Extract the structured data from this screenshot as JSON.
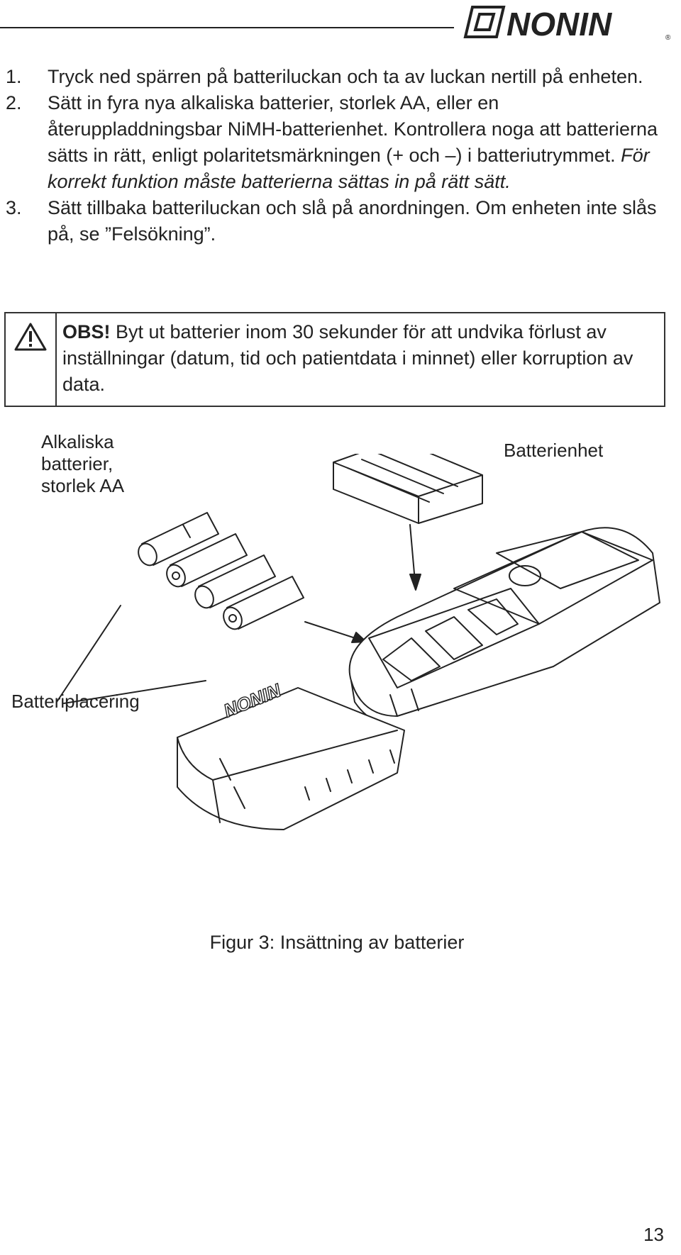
{
  "header": {
    "brand": "NONIN",
    "registered": "®"
  },
  "steps": [
    {
      "num": "1.",
      "text": "Tryck ned spärren på batteriluckan och ta av luckan nertill på enheten."
    },
    {
      "num": "2.",
      "text": "Sätt in fyra nya alkaliska batterier, storlek AA, eller en återuppladdningsbar NiMH-batterienhet. Kontrollera noga att batterierna sätts in rätt, enligt polaritetsmärkningen (+ och –) i batteriutrymmet. ",
      "italic": "För korrekt funktion måste batterierna sättas in på rätt sätt."
    },
    {
      "num": "3.",
      "text": "Sätt tillbaka batteriluckan och slå på anordningen. Om enheten inte slås på, se ”Felsökning”."
    }
  ],
  "warning": {
    "label": "OBS!",
    "text": " Byt ut batterier inom 30 sekunder för att undvika förlust av inställningar (datum, tid och patientdata i minnet) eller korruption av data."
  },
  "figure": {
    "label_alkaline": "Alkaliska batterier, storlek AA",
    "label_pack": "Batterienhet",
    "label_placement": "Batteriplacering",
    "cover_brand": "NONIN",
    "caption": "Figur 3: Insättning av batterier"
  },
  "page_number": "13"
}
